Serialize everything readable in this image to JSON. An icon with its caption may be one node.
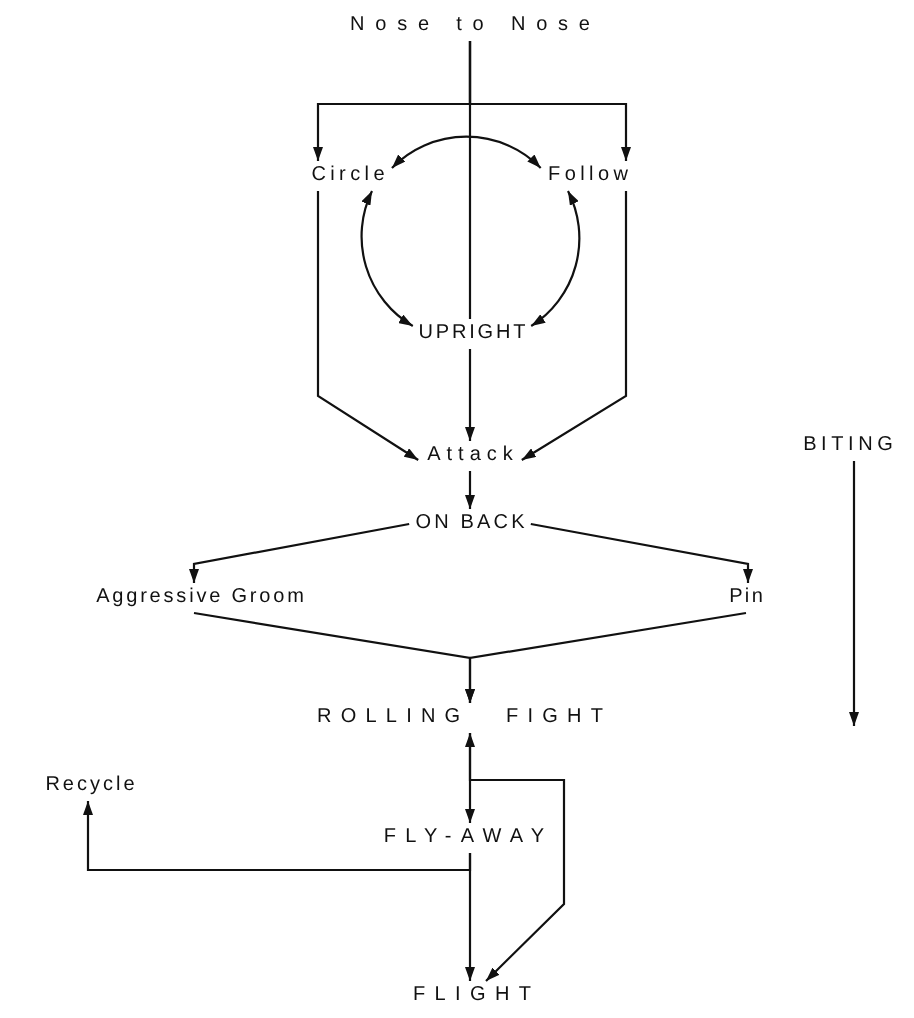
{
  "diagram": {
    "nodes": [
      {
        "text": [
          "Nose to Nose"
        ]
      },
      {
        "text": [
          "Circle"
        ]
      },
      {
        "text": [
          "Follow"
        ]
      },
      {
        "text": [
          "UPRIGHT"
        ]
      },
      {
        "text": [
          "Attack"
        ]
      },
      {
        "text": [
          "BITING"
        ]
      },
      {
        "text": [
          "ON BACK"
        ]
      },
      {
        "text": [
          "Aggressive Groom"
        ]
      },
      {
        "text": [
          "Pin"
        ]
      },
      {
        "text": [
          "ROLLING FIGHT"
        ]
      },
      {
        "text": [
          "Recycle"
        ]
      },
      {
        "text": [
          "FLY-AWAY"
        ]
      },
      {
        "text": [
          "FLIGHT"
        ]
      }
    ],
    "edges": [
      {
        "from": 0,
        "to": 1,
        "arrow": "to"
      },
      {
        "from": 0,
        "to": 2,
        "arrow": "to"
      },
      {
        "from": 0,
        "to": 3,
        "arrow": "none"
      },
      {
        "from": 3,
        "to": 4,
        "arrow": "to"
      },
      {
        "from": 1,
        "to": 2,
        "arrow": "both"
      },
      {
        "from": 1,
        "to": 3,
        "arrow": "both"
      },
      {
        "from": 2,
        "to": 3,
        "arrow": "both"
      },
      {
        "from": 1,
        "to": 4,
        "arrow": "to"
      },
      {
        "from": 2,
        "to": 4,
        "arrow": "to"
      },
      {
        "from": 4,
        "to": 6,
        "arrow": "to"
      },
      {
        "from": 6,
        "to": 7,
        "arrow": "to"
      },
      {
        "from": 6,
        "to": 8,
        "arrow": "to"
      },
      {
        "from": 7,
        "to": 9,
        "arrow": "to"
      },
      {
        "from": 8,
        "to": 9,
        "arrow": "to"
      },
      {
        "from": 9,
        "to": 11,
        "arrow": "both"
      },
      {
        "from": 9,
        "to": 12,
        "arrow": "to"
      },
      {
        "from": 11,
        "to": 10,
        "arrow": "to"
      },
      {
        "from": 11,
        "to": 12,
        "arrow": "to"
      },
      {
        "from": 5,
        "to": null,
        "arrow": "to"
      }
    ]
  }
}
